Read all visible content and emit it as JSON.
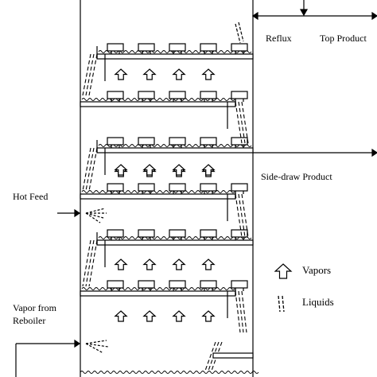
{
  "labels": {
    "reflux": "Reflux",
    "top_product": "Top Product",
    "side_draw_product": "Side-draw Product",
    "hot_feed": "Hot Feed",
    "vapor_from_reboiler_line1": "Vapor from",
    "vapor_from_reboiler_line2": "Reboiler"
  },
  "legend": {
    "vapors": "Vapors",
    "liquids": "Liquids"
  },
  "colors": {
    "stroke": "#000000",
    "background": "#ffffff"
  }
}
